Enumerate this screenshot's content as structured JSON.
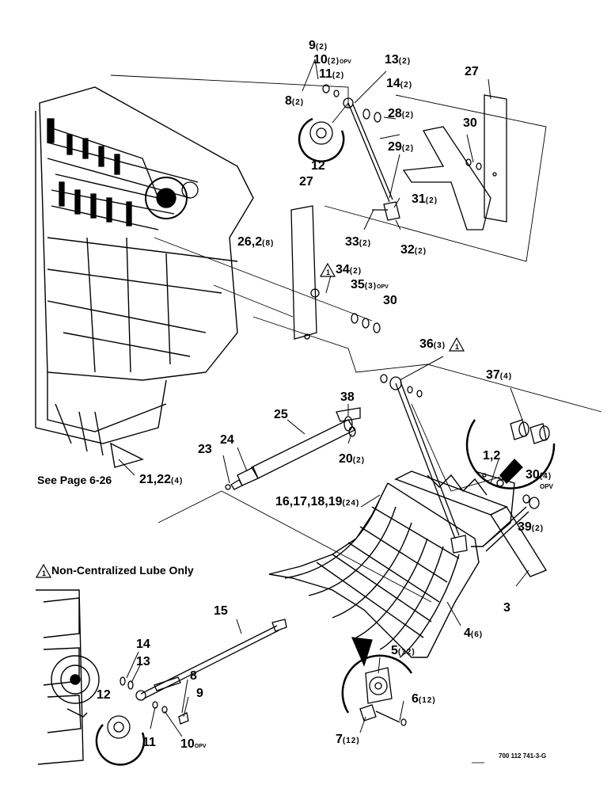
{
  "figure_id": "700 112 741-3-G",
  "see_page": "See Page 6-26",
  "footnote": "Non-Centralized Lube Only",
  "footnote_marker": "1",
  "labels": {
    "p9_top": {
      "num": "9",
      "qty": "(2)",
      "opv": ""
    },
    "p10_top": {
      "num": "10",
      "qty": "(2)",
      "opv": "OPV"
    },
    "p11_top": {
      "num": "11",
      "qty": "(2)",
      "opv": ""
    },
    "p8_top": {
      "num": "8",
      "qty": "(2)",
      "opv": ""
    },
    "p13_top": {
      "num": "13",
      "qty": "(2)",
      "opv": ""
    },
    "p14_top": {
      "num": "14",
      "qty": "(2)",
      "opv": ""
    },
    "p28": {
      "num": "28",
      "qty": "(2)",
      "opv": ""
    },
    "p27_top": {
      "num": "27",
      "qty": "",
      "opv": ""
    },
    "p30_top": {
      "num": "30",
      "qty": "",
      "opv": ""
    },
    "p29": {
      "num": "29",
      "qty": "(2)",
      "opv": ""
    },
    "p12_top": {
      "num": "12",
      "qty": "",
      "opv": ""
    },
    "p27_mid": {
      "num": "27",
      "qty": "",
      "opv": ""
    },
    "p31": {
      "num": "31",
      "qty": "(2)",
      "opv": ""
    },
    "p33": {
      "num": "33",
      "qty": "(2)",
      "opv": ""
    },
    "p32": {
      "num": "32",
      "qty": "(2)",
      "opv": ""
    },
    "p26": {
      "num": "26,2",
      "qty": "(8)",
      "opv": ""
    },
    "p34": {
      "num": "34",
      "qty": "(2)",
      "opv": ""
    },
    "p35": {
      "num": "35",
      "qty": "(3)",
      "opv": "OPV"
    },
    "p30_mid": {
      "num": "30",
      "qty": "",
      "opv": ""
    },
    "p36": {
      "num": "36",
      "qty": "(3)",
      "opv": ""
    },
    "p37": {
      "num": "37",
      "qty": "(4)",
      "opv": ""
    },
    "p38": {
      "num": "38",
      "qty": "",
      "opv": ""
    },
    "p25": {
      "num": "25",
      "qty": "",
      "opv": ""
    },
    "p24": {
      "num": "24",
      "qty": "",
      "opv": ""
    },
    "p23": {
      "num": "23",
      "qty": "",
      "opv": ""
    },
    "p20": {
      "num": "20",
      "qty": "(2)",
      "opv": ""
    },
    "p1_2": {
      "num": "1,2",
      "qty": "",
      "opv": ""
    },
    "p30_right": {
      "num": "30",
      "qty": "(4)",
      "opv": "OPV"
    },
    "p21_22": {
      "num": "21,22",
      "qty": "(4)",
      "opv": ""
    },
    "p16_19": {
      "num": "16,17,18,19",
      "qty": "(24)",
      "opv": ""
    },
    "p39": {
      "num": "39",
      "qty": "(2)",
      "opv": ""
    },
    "p3": {
      "num": "3",
      "qty": "",
      "opv": ""
    },
    "p15": {
      "num": "15",
      "qty": "",
      "opv": ""
    },
    "p4": {
      "num": "4",
      "qty": "(6)",
      "opv": ""
    },
    "p14_bot": {
      "num": "14",
      "qty": "",
      "opv": ""
    },
    "p13_bot": {
      "num": "13",
      "qty": "",
      "opv": ""
    },
    "p5": {
      "num": "5",
      "qty": "(12)",
      "opv": ""
    },
    "p8_bot": {
      "num": "8",
      "qty": "",
      "opv": ""
    },
    "p12_bot": {
      "num": "12",
      "qty": "",
      "opv": ""
    },
    "p9_bot": {
      "num": "9",
      "qty": "",
      "opv": ""
    },
    "p6": {
      "num": "6",
      "qty": "(12)",
      "opv": ""
    },
    "p11_bot": {
      "num": "11",
      "qty": "",
      "opv": ""
    },
    "p10_bot": {
      "num": "10",
      "qty": "",
      "opv": "OPV"
    },
    "p7": {
      "num": "7",
      "qty": "(12)",
      "opv": ""
    }
  }
}
